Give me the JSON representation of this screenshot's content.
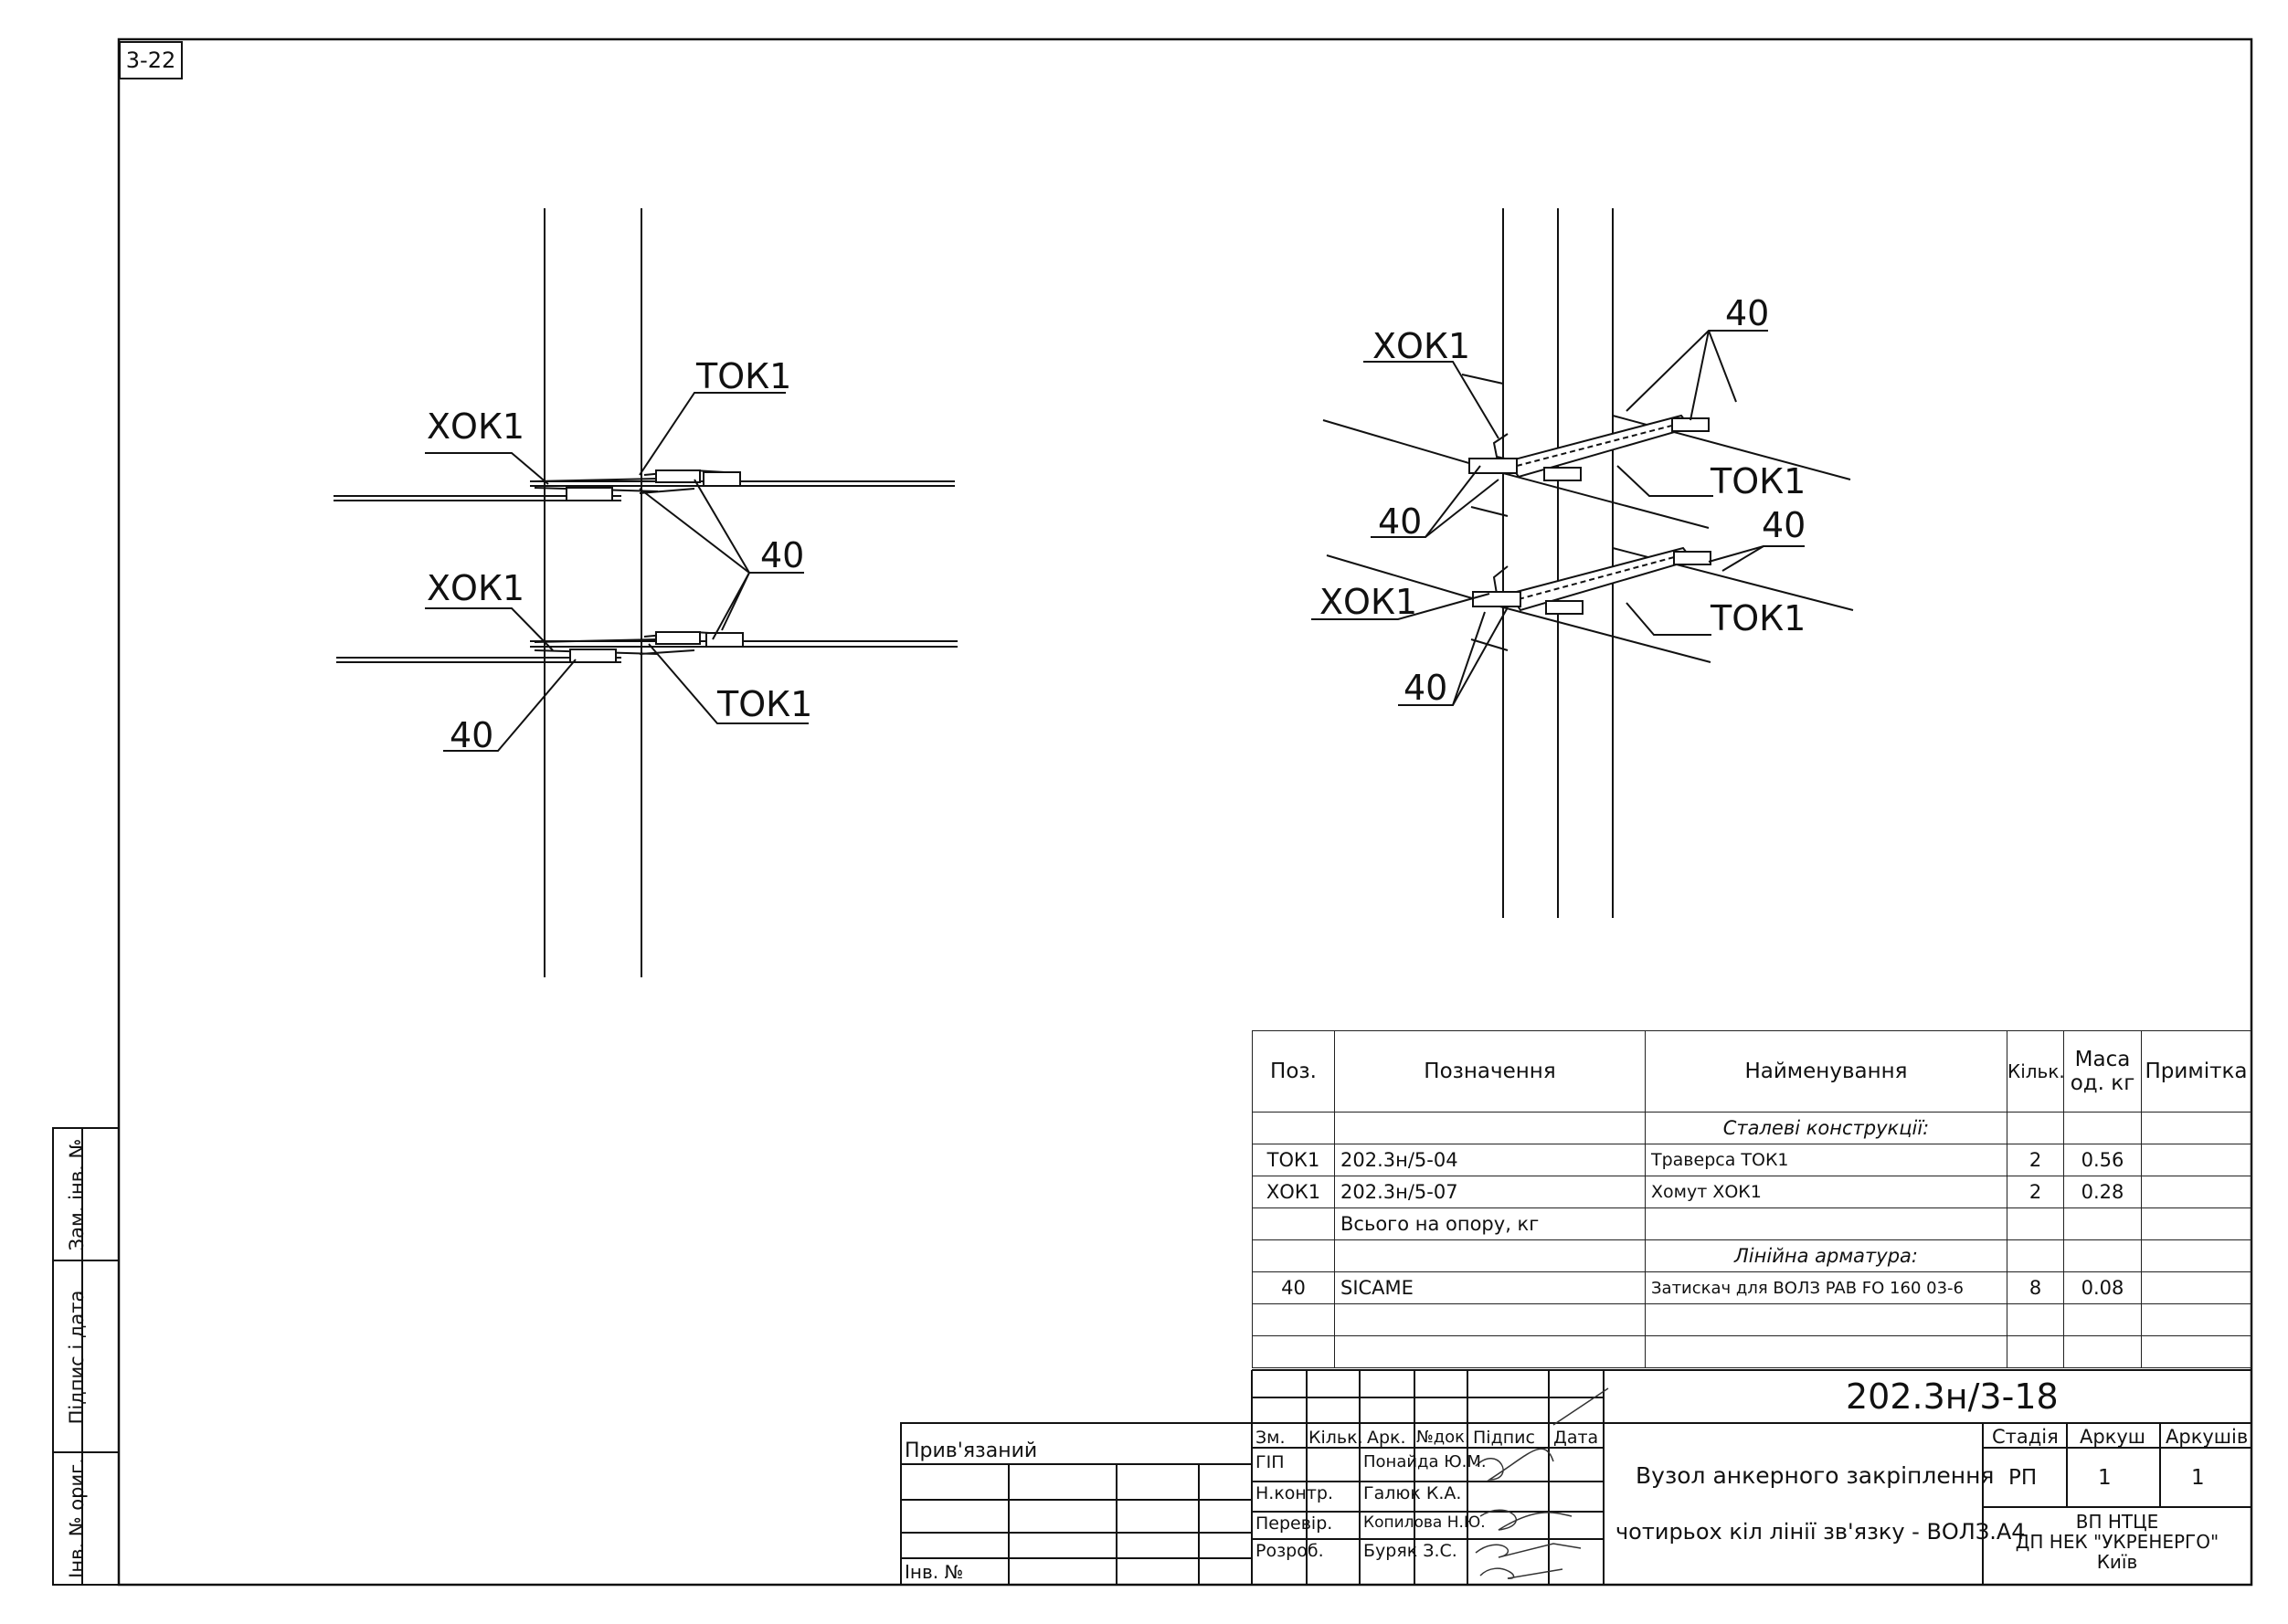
{
  "sheet_number": "3-22",
  "drawing_left": {
    "labels": {
      "xok_top": "ХОК1",
      "tok_top": "ТОК1",
      "forty_right": "40",
      "xok_bottom": "ХОК1",
      "tok_bottom": "ТОК1",
      "forty_bottom": "40"
    }
  },
  "drawing_right": {
    "labels": {
      "xok_top": "ХОК1",
      "forty_top": "40",
      "tok_top": "ТОК1",
      "forty_left_top": "40",
      "forty_right_mid": "40",
      "xok_bottom": "ХОК1",
      "tok_bottom": "ТОК1",
      "forty_left_bottom": "40"
    }
  },
  "spec_table": {
    "headers": {
      "pos": "Поз.",
      "designation": "Позначення",
      "name": "Найменування",
      "qty": "Кільк.",
      "mass_line1": "Маса",
      "mass_line2": "од. кг",
      "note": "Примітка"
    },
    "rows": [
      {
        "pos": "",
        "designation": "",
        "name": "Сталеві конструкції:",
        "qty": "",
        "mass": "",
        "note": "",
        "section": true
      },
      {
        "pos": "ТОК1",
        "designation": "202.3н/5-04",
        "name": "Траверса ТОК1",
        "qty": "2",
        "mass": "0.56",
        "note": ""
      },
      {
        "pos": "ХОК1",
        "designation": "202.3н/5-07",
        "name": "Хомут ХОК1",
        "qty": "2",
        "mass": "0.28",
        "note": ""
      },
      {
        "pos": "",
        "designation": "Всього на опору, кг",
        "name": "",
        "qty": "",
        "mass": "",
        "note": ""
      },
      {
        "pos": "",
        "designation": "",
        "name": "Лінійна арматура:",
        "qty": "",
        "mass": "",
        "note": "",
        "section": true
      },
      {
        "pos": "40",
        "designation": "SICAME",
        "name": "Затискач для ВОЛЗ PAB FO 160 03-6",
        "qty": "8",
        "mass": "0.08",
        "note": ""
      },
      {
        "pos": "",
        "designation": "",
        "name": "",
        "qty": "",
        "mass": "",
        "note": ""
      },
      {
        "pos": "",
        "designation": "",
        "name": "",
        "qty": "",
        "mass": "",
        "note": ""
      }
    ]
  },
  "title_block": {
    "doc_code": "202.3н/3-18",
    "headers": [
      "Зм.",
      "Кільк.",
      "Арк.",
      "№док.",
      "Підпис",
      "Дата"
    ],
    "roles": [
      {
        "role": "ГІП",
        "name": "Понайда Ю.М."
      },
      {
        "role": "Н.контр.",
        "name": "Галюк К.А."
      },
      {
        "role": "Перевір.",
        "name": "Копилова Н.Ю."
      },
      {
        "role": "Розроб.",
        "name": "Буряк З.С."
      }
    ],
    "title_line1": "Вузол анкерного закріплення",
    "title_line2": "чотирьох кіл лінії зв'язку - ВОЛЗ.А4",
    "stage_label": "Стадія",
    "sheet_label": "Аркуш",
    "sheets_label": "Аркушів",
    "stage": "РП",
    "sheet": "1",
    "sheets": "1",
    "org_line1": "ВП НТЦЕ",
    "org_line2": "ДП НЕК \"УКРЕНЕРГО\"",
    "org_line3": "Київ"
  },
  "linked_block": {
    "label": "Прив'язаний",
    "inv": "Інв. №"
  },
  "side_strip": {
    "inv_orig": "Інв. № ориг.",
    "sign_date": "Підпис і дата",
    "replaced_inv": "Зам. інв. №"
  }
}
